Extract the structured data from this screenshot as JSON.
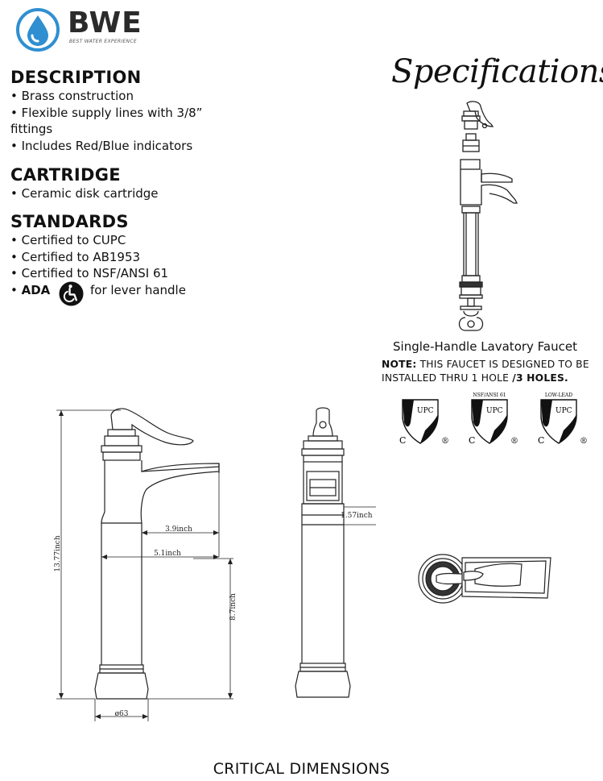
{
  "brand": {
    "name": "BWE",
    "tagline": "BEST WATER EXPERIENCE",
    "accent_color": "#2f8fd0",
    "logo_icon": "water-drop-icon"
  },
  "page_title": "Specifications",
  "sections": [
    {
      "heading": "DESCRIPTION",
      "items": [
        "Brass construction",
        "Flexible supply lines with 3/8”",
        "fittings",
        "Includes Red/Blue indicators"
      ]
    },
    {
      "heading": "CARTRIDGE",
      "items": [
        "Ceramic disk cartridge"
      ]
    },
    {
      "heading": "STANDARDS",
      "items": [
        "Certified to CUPC",
        "Certified to AB1953",
        "Certified to NSF/ANSI 61"
      ],
      "ada": {
        "label": "ADA",
        "text": "for lever handle",
        "icon": "wheelchair-icon"
      }
    }
  ],
  "product": {
    "caption": "Single-Handle Lavatory Faucet",
    "note_label": "NOTE:",
    "note_line1": "THIS FAUCET IS DESIGNED TO BE",
    "note_line2": "INSTALLED THRU 1 HOLE",
    "note_line2_end": "/3 HOLES."
  },
  "certifications": [
    {
      "top_label": "",
      "mark": "UPC",
      "left": "C",
      "right": "®"
    },
    {
      "top_label": "NSF/ANSI 61",
      "mark": "UPC",
      "left": "C",
      "right": "®"
    },
    {
      "top_label": "LOW-LEAD",
      "mark": "UPC",
      "left": "C",
      "right": "®"
    }
  ],
  "dimensions": {
    "total_height": "13.77inch",
    "spout_reach": "3.9inch",
    "spout_to_edge": "5.1inch",
    "spout_height": "8.7inch",
    "side_depth": "1.57inch",
    "base_diameter": "ø63"
  },
  "footer": "CRITICAL DIMENSIONS"
}
